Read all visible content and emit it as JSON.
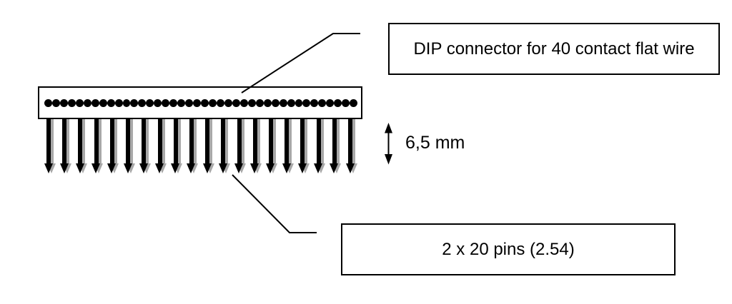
{
  "diagram": {
    "colors": {
      "background": "#ffffff",
      "ink": "#000000",
      "shadow_pin": "#a8a8a8"
    },
    "connector": {
      "contact_count": 40,
      "visible_pin_count": 20
    },
    "labels": {
      "title_box": "DIP connector for 40 contact flat wire",
      "pins_box": "2 x 20 pins (2.54)",
      "dimension": "6,5 mm"
    }
  }
}
